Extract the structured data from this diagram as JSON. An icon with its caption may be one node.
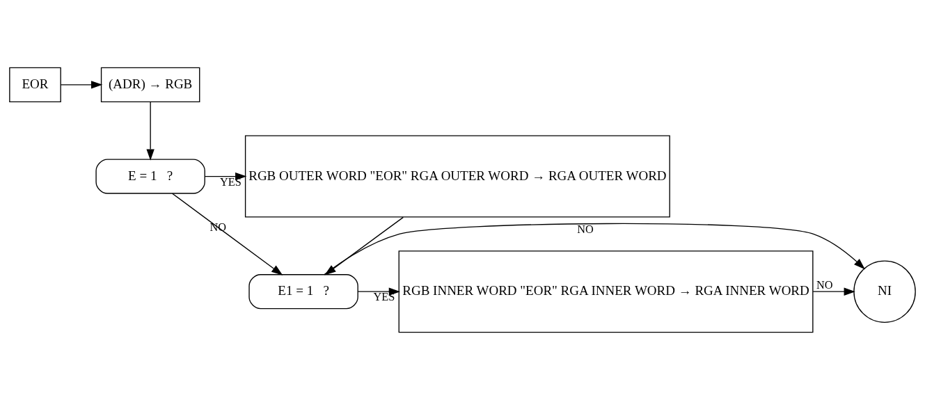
{
  "diagram": {
    "nodes": [
      {
        "text": [
          "EOR"
        ]
      },
      {
        "text": [
          "(ADR) → RGB"
        ]
      },
      {
        "text": [
          "E = 1   ?"
        ]
      },
      {
        "text": [
          "RGB OUTER WORD \"EOR\" RGA OUTER WORD → RGA OUTER WORD"
        ]
      },
      {
        "text": [
          "E1 = 1   ?"
        ]
      },
      {
        "text": [
          "RGB INNER WORD \"EOR\" RGA INNER WORD → RGA INNER WORD"
        ]
      },
      {
        "text": [
          "NI"
        ]
      }
    ],
    "edges": [
      {
        "from": 0,
        "to": 1,
        "arrow": "to"
      },
      {
        "from": 1,
        "to": 2,
        "arrow": "to"
      },
      {
        "from": 2,
        "to": 3,
        "arrow": "to",
        "label": "YES"
      },
      {
        "from": 2,
        "to": 4,
        "arrow": "to",
        "label": "NO"
      },
      {
        "from": 3,
        "to": 4,
        "arrow": "to"
      },
      {
        "from": 4,
        "to": 5,
        "arrow": "to",
        "label": "YES"
      },
      {
        "from": 4,
        "to": 6,
        "arrow": "to",
        "label": "NO"
      },
      {
        "from": 5,
        "to": 6,
        "arrow": "to",
        "label": "NO"
      }
    ]
  }
}
